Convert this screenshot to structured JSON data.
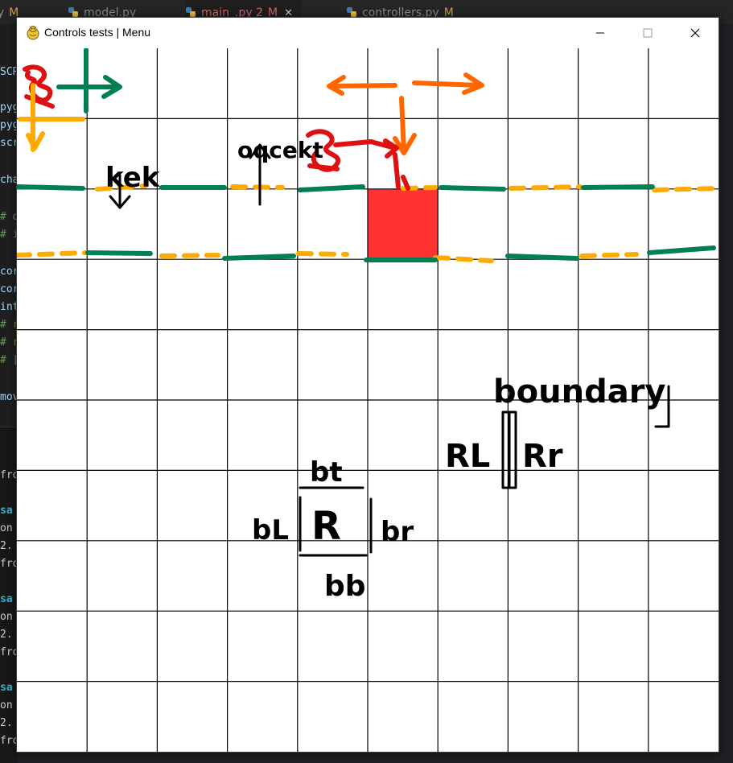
{
  "editor": {
    "tabs": [
      {
        "name": "py",
        "modified": "M",
        "active": false
      },
      {
        "name": "model.py",
        "modified": "",
        "active": false
      },
      {
        "name": "main_.py 2",
        "modified": "M",
        "active": true
      },
      {
        "name": "controllers.py",
        "modified": "M",
        "active": false
      }
    ],
    "close_glyph": "✕",
    "code_fragments": [
      "SCR",
      "pyg",
      "pyg",
      "scr",
      "cha",
      "# d",
      "# i",
      "cor",
      "cor",
      "int",
      "# r",
      "# r",
      "# [",
      "mov"
    ],
    "terminal_fragments": [
      "fro",
      "sa",
      "on",
      "2.",
      "fro",
      "sa",
      "on",
      "2.",
      "fro",
      "sa",
      "on",
      "2.",
      "fro"
    ]
  },
  "window": {
    "title": "Controls tests | Menu",
    "controls": {
      "minimize": "minimize",
      "maximize": "maximize",
      "close": "close"
    }
  },
  "grid": {
    "columns": 10,
    "rows": 10,
    "line_color": "#000000"
  },
  "colors": {
    "block": "#ff3333",
    "green_line": "#008050",
    "orange_dash": "#ffaa00",
    "orange_arrow": "#ff6600",
    "scribble_red": "#dd1111"
  },
  "annotations": {
    "keck": "kek",
    "object": "oqcekt",
    "top": "bt",
    "left": "bL",
    "center": "R",
    "right": "br",
    "bottom": "bb",
    "boundary": "boundary",
    "rl": "RL",
    "rr": "Rr"
  }
}
